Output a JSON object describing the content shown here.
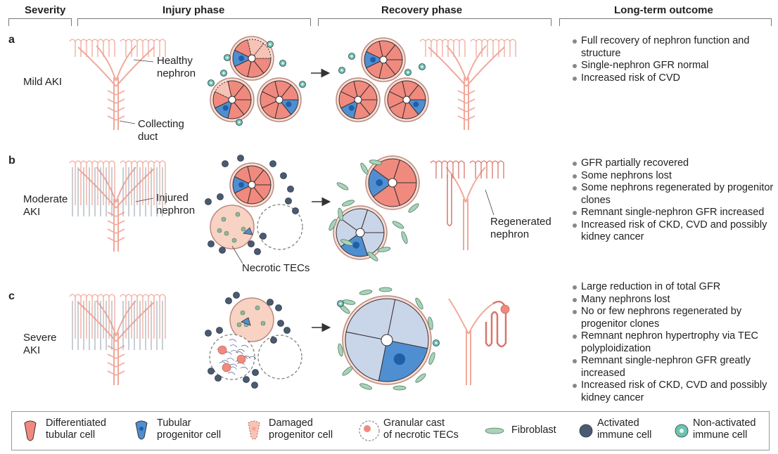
{
  "headers": {
    "severity": "Severity",
    "injury": "Injury phase",
    "recovery": "Recovery phase",
    "outcome": "Long-term outcome"
  },
  "rows": [
    {
      "letter": "a",
      "label": "Mild AKI",
      "callouts": [
        "Healthy\nnephron",
        "Collecting\nduct"
      ],
      "outcomes": [
        "Full recovery of nephron function and structure",
        "Single-nephron GFR normal",
        "Increased risk of CVD"
      ]
    },
    {
      "letter": "b",
      "label": "Moderate\nAKI",
      "callouts": [
        "Injured\nnephron",
        "Necrotic TECs",
        "Regenerated\nnephron"
      ],
      "outcomes": [
        "GFR partially recovered",
        "Some nephrons lost",
        "Some nephrons regenerated by progenitor clones",
        "Remnant single-nephron GFR increased",
        "Increased risk of CKD, CVD and possibly kidney cancer"
      ]
    },
    {
      "letter": "c",
      "label": "Severe\nAKI",
      "callouts": [],
      "outcomes": [
        "Large reduction in of total GFR",
        "Many nephrons lost",
        "No or few nephrons regenerated by progenitor clones",
        "Remnant nephron hypertrophy via TEC polyploidization",
        "Remnant single-nephron GFR greatly increased",
        "Increased risk of CKD, CVD and possibly kidney cancer"
      ]
    }
  ],
  "legend": [
    {
      "label": "Differentiated\ntubular cell",
      "icon": "differentiated-cell-icon"
    },
    {
      "label": "Tubular\nprogenitor cell",
      "icon": "progenitor-cell-icon"
    },
    {
      "label": "Damaged\nprogenitor cell",
      "icon": "damaged-cell-icon"
    },
    {
      "label": "Granular cast\nof necrotic TECs",
      "icon": "granular-cast-icon"
    },
    {
      "label": "Fibroblast",
      "icon": "fibroblast-icon"
    },
    {
      "label": "Activated\nimmune cell",
      "icon": "activated-immune-icon"
    },
    {
      "label": "Non-activated\nimmune cell",
      "icon": "nonactivated-immune-icon"
    }
  ],
  "colors": {
    "tubular": "#f08a7e",
    "tubular_light": "#f7c3b6",
    "progenitor": "#4f8fd1",
    "injured_gray": "#b8c3cc",
    "fibroblast": "#a9d3b9",
    "activated_immune": "#4a5a70",
    "nonactivated_immune": "#6cc3b0",
    "hypertrophic_cell": "#c9d6ea"
  }
}
